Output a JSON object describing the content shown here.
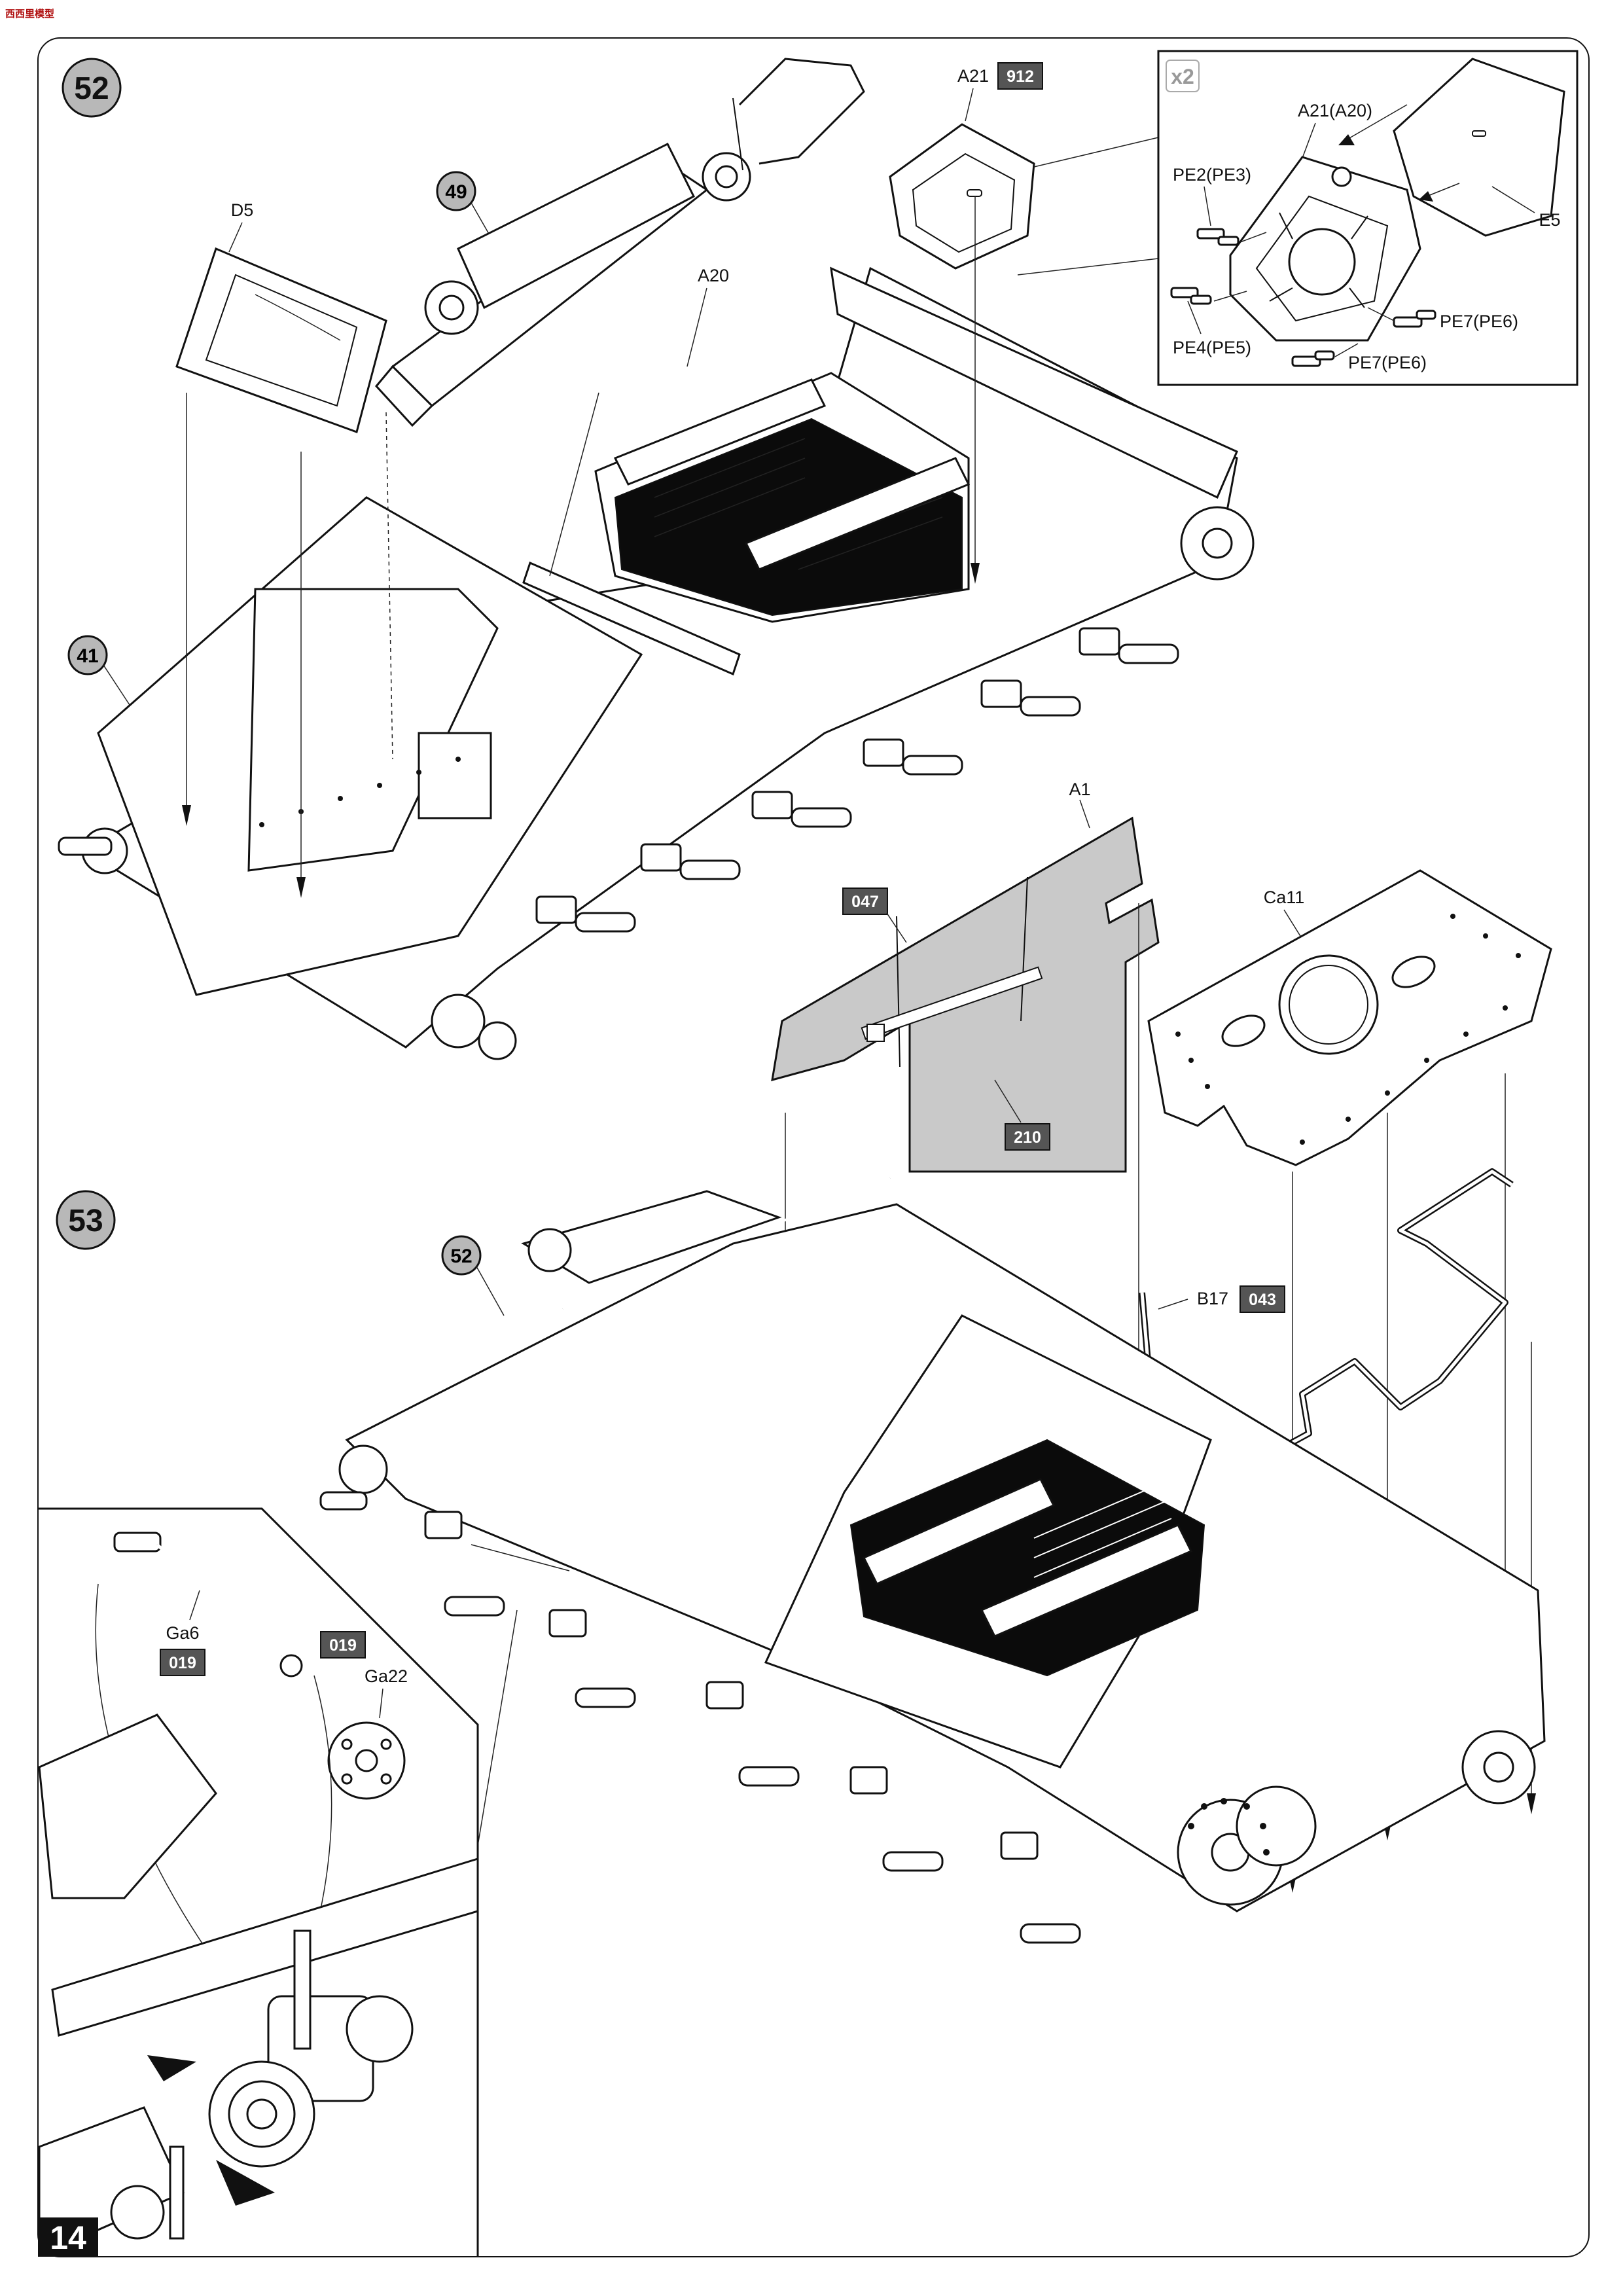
{
  "brand_logo": "西西里模型",
  "page_number": "14",
  "steps": {
    "s52": {
      "number": "52"
    },
    "s53": {
      "number": "53"
    }
  },
  "refs": {
    "r49": "49",
    "r41": "41",
    "r52": "52"
  },
  "callout": {
    "multiplier": "x2"
  },
  "labels": {
    "D5": "D5",
    "A20": "A20",
    "A21": "A21",
    "A21A20": "A21(A20)",
    "PE2": "PE2(PE3)",
    "PE4": "PE4(PE5)",
    "PE7a": "PE7(PE6)",
    "PE7b": "PE7(PE6)",
    "E5": "E5",
    "A1": "A1",
    "Ca11": "Ca11",
    "B17": "B17",
    "Ga6": "Ga6",
    "Ga22": "Ga22"
  },
  "paint_codes": {
    "c912": "912",
    "c047": "047",
    "c210": "210",
    "c043": "043",
    "c019a": "019",
    "c019b": "019"
  }
}
